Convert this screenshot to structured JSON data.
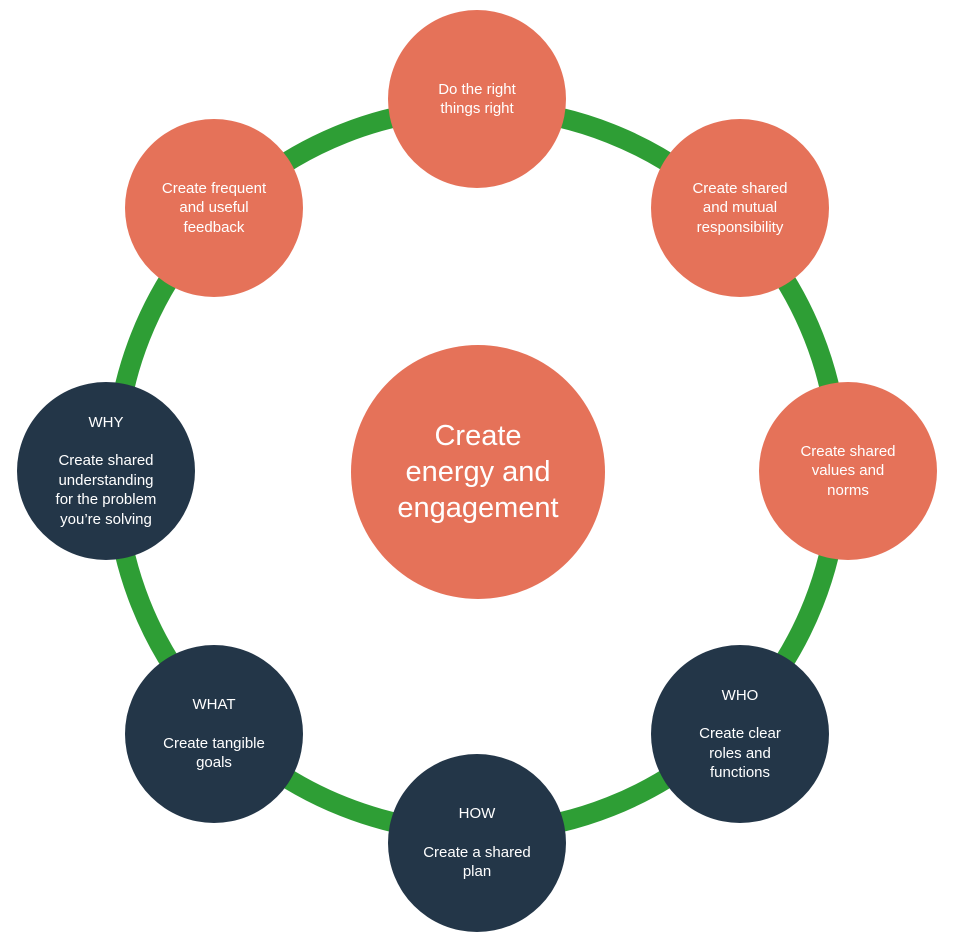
{
  "colors": {
    "ring": "#2e9e35",
    "ring_dark": "#24892b",
    "orange": "#e57259",
    "navy": "#233648",
    "text": "#ffffff"
  },
  "center": {
    "lines": [
      "Create",
      "energy and",
      "engagement"
    ]
  },
  "nodes": [
    {
      "id": "do-right",
      "color": "orange",
      "heading": "",
      "lines": [
        "Do the right",
        "things right"
      ]
    },
    {
      "id": "shared-responsibility",
      "color": "orange",
      "heading": "",
      "lines": [
        "Create shared",
        "and mutual",
        "responsibility"
      ]
    },
    {
      "id": "shared-values",
      "color": "orange",
      "heading": "",
      "lines": [
        "Create shared",
        "values and",
        "norms"
      ]
    },
    {
      "id": "who",
      "color": "navy",
      "heading": "WHO",
      "lines": [
        "Create clear",
        "roles and",
        "functions"
      ]
    },
    {
      "id": "how",
      "color": "navy",
      "heading": "HOW",
      "lines": [
        "Create a shared",
        "plan"
      ]
    },
    {
      "id": "what",
      "color": "navy",
      "heading": "WHAT",
      "lines": [
        "Create tangible",
        "goals"
      ]
    },
    {
      "id": "why",
      "color": "navy",
      "heading": "WHY",
      "lines": [
        "Create shared",
        "understanding",
        "for the problem",
        "you’re solving"
      ]
    },
    {
      "id": "feedback",
      "color": "orange",
      "heading": "",
      "lines": [
        "Create frequent",
        "and useful",
        "feedback"
      ]
    }
  ]
}
